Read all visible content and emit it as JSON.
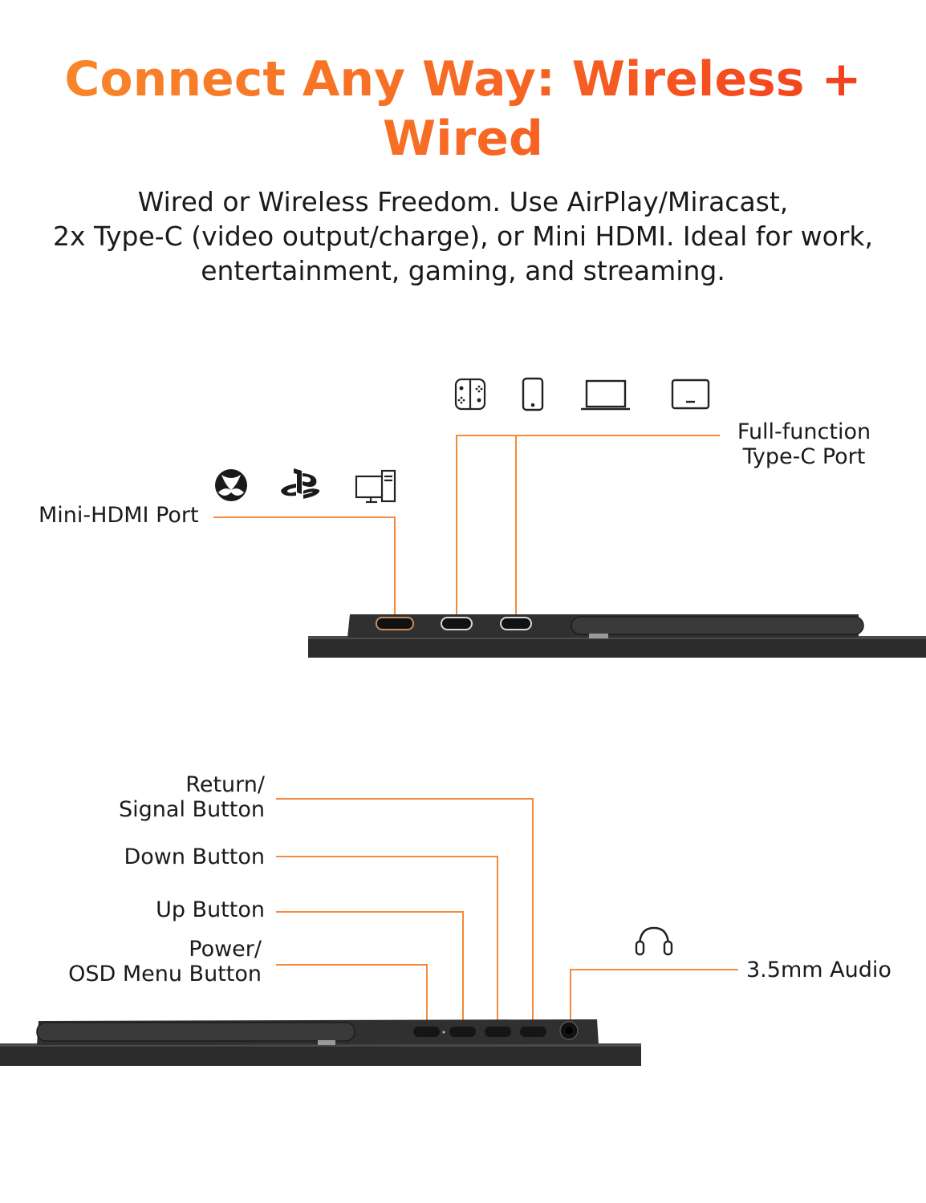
{
  "header": {
    "title_line1": "Connect Any Way: Wireless +",
    "title_line2": "Wired",
    "subtitle_line1": "Wired or Wireless Freedom. Use AirPlay/Miracast,",
    "subtitle_line2": "2x Type-C (video output/charge), or Mini HDMI. Ideal for work,",
    "subtitle_line3": "entertainment, gaming, and streaming."
  },
  "top_diagram": {
    "typec_label_line1": "Full-function",
    "typec_label_line2": "Type-C Port",
    "hdmi_label": "Mini-HDMI Port",
    "typec_device_icons": [
      "switch-icon",
      "phone-icon",
      "laptop-icon",
      "tablet-icon"
    ],
    "hdmi_device_icons": [
      "xbox-icon",
      "playstation-icon",
      "desktop-pc-icon"
    ]
  },
  "bottom_diagram": {
    "return_label_line1": "Return/",
    "return_label_line2": "Signal Button",
    "down_label": "Down Button",
    "up_label": "Up Button",
    "power_label_line1": "Power/",
    "power_label_line2": "OSD Menu Button",
    "audio_label": "3.5mm Audio",
    "audio_icon": "headphones-icon"
  },
  "colors": {
    "accent_orange": "#f58a3a",
    "title_gradient_start": "#f98a2c",
    "title_gradient_end": "#f2391c",
    "port_red": "#e8452c",
    "device_dark": "#2b2b2b"
  }
}
